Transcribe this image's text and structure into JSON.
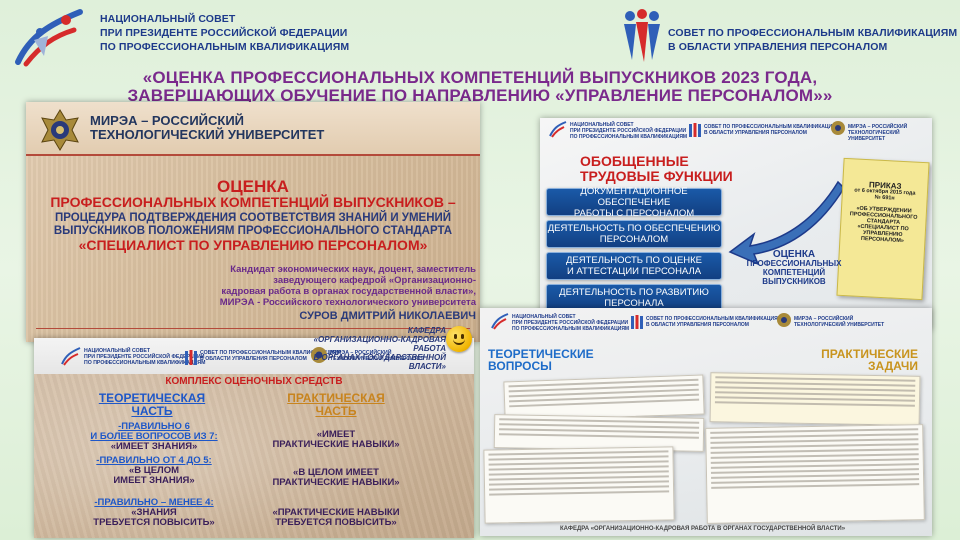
{
  "header": {
    "left_org": [
      "НАЦИОНАЛЬНЫЙ СОВЕТ",
      "ПРИ ПРЕЗИДЕНТЕ РОССИЙСКОЙ ФЕДЕРАЦИИ",
      "ПО ПРОФЕССИОНАЛЬНЫМ КВАЛИФИКАЦИЯМ"
    ],
    "right_org": [
      "СОВЕТ ПО ПРОФЕССИОНАЛЬНЫМ КВАЛИФИКАЦИЯМ",
      "В ОБЛАСТИ УПРАВЛЕНИЯ ПЕРСОНАЛОМ"
    ],
    "title_lines": [
      "«ОЦЕНКА ПРОФЕССИОНАЛЬНЫХ КОМПЕТЕНЦИЙ ВЫПУСКНИКОВ 2023 ГОДА,",
      "ЗАВЕРШАЮЩИХ ОБУЧЕНИЕ ПО НАПРАВЛЕНИЮ «УПРАВЛЕНИЕ ПЕРСОНАЛОМ»»"
    ]
  },
  "slide_a": {
    "university": [
      "МИРЭА – РОССИЙСКИЙ",
      "ТЕХНОЛОГИЧЕСКИЙ УНИВЕРСИТЕТ"
    ],
    "title1": "ОЦЕНКА",
    "title2": "ПРОФЕССИОНАЛЬНЫХ КОМПЕТЕНЦИЙ ВЫПУСКНИКОВ –",
    "desc": [
      "ПРОЦЕДУРА ПОДТВЕРЖДЕНИЯ СООТВЕТСТВИЯ ЗНАНИЙ И УМЕНИЙ",
      "ВЫПУСКНИКОВ ПОЛОЖЕНИЯМ ПРОФЕССИОНАЛЬНОГО СТАНДАРТА"
    ],
    "standard": "«СПЕЦИАЛИСТ ПО УПРАВЛЕНИЮ ПЕРСОНАЛОМ»",
    "author": [
      "Кандидат экономических наук, доцент, заместитель",
      "заведующего кафедрой «Организационно-",
      "кадровая работа в органах государственной власти»,",
      "МИРЭА - Российского технологического университета"
    ],
    "name": "СУРОВ ДМИТРИЙ НИКОЛАЕВИЧ",
    "kafedra": [
      "КАФЕДРА",
      "«ОРГАНИЗАЦИОННО-КАДРОВАЯ РАБОТА",
      "В ОРГАНАХ ГОСУДАРСТВЕННОЙ ВЛАСТИ»"
    ]
  },
  "slide_b": {
    "hdr_left": [
      "НАЦИОНАЛЬНЫЙ СОВЕТ",
      "ПРИ ПРЕЗИДЕНТЕ РОССИЙСКОЙ ФЕДЕРАЦИИ",
      "ПО ПРОФЕССИОНАЛЬНЫМ КВАЛИФИКАЦИЯМ"
    ],
    "hdr_mid": [
      "СОВЕТ ПО ПРОФЕССИОНАЛЬНЫМ КВАЛИФИКАЦИЯМ",
      "В ОБЛАСТИ УПРАВЛЕНИЯ ПЕРСОНАЛОМ"
    ],
    "hdr_right": [
      "МИРЭА – РОССИЙСКИЙ",
      "ТЕХНОЛОГИЧЕСКИЙ УНИВЕРСИТЕТ"
    ],
    "title": [
      "ОБОБЩЕННЫЕ",
      "ТРУДОВЫЕ ФУНКЦИИ"
    ],
    "functions": [
      [
        "ДОКУМЕНТАЦИОННОЕ ОБЕСПЕЧЕНИЕ",
        "РАБОТЫ С ПЕРСОНАЛОМ"
      ],
      [
        "ДЕЯТЕЛЬНОСТЬ ПО ОБЕСПЕЧЕНИЮ",
        "ПЕРСОНАЛОМ"
      ],
      [
        "ДЕЯТЕЛЬНОСТЬ ПО ОЦЕНКЕ",
        "И АТТЕСТАЦИИ ПЕРСОНАЛА"
      ],
      [
        "ДЕЯТЕЛЬНОСТЬ ПО РАЗВИТИЮ",
        "ПЕРСОНАЛА"
      ]
    ],
    "doc": [
      "ПРИКАЗ",
      "от 6 октября 2015 года",
      "№ 691н",
      "«ОБ УТВЕРЖДЕНИИ",
      "ПРОФЕССИОНАЛЬНОГО",
      "СТАНДАРТА",
      "«СПЕЦИАЛИСТ ПО УПРАВЛЕНИЮ",
      "ПЕРСОНАЛОМ»"
    ],
    "ocenka": [
      "ОЦЕНКА",
      "ПРОФЕССИОНАЛЬНЫХ",
      "КОМПЕТЕНЦИЙ",
      "ВЫПУСКНИКОВ"
    ]
  },
  "slide_c": {
    "hdr_left": [
      "НАЦИОНАЛЬНЫЙ СОВЕТ",
      "ПРИ ПРЕЗИДЕНТЕ РОССИЙСКОЙ ФЕДЕРАЦИИ",
      "ПО ПРОФЕССИОНАЛЬНЫМ КВАЛИФИКАЦИЯМ"
    ],
    "hdr_mid": [
      "СОВЕТ ПО ПРОФЕССИОНАЛЬНЫМ КВАЛИФИКАЦИЯМ",
      "В ОБЛАСТИ УПРАВЛЕНИЯ ПЕРСОНАЛОМ"
    ],
    "hdr_right": [
      "МИРЭА – РОССИЙСКИЙ",
      "ТЕХНОЛОГИЧЕСКИЙ УНИВЕРСИТЕТ"
    ],
    "kos": "КОМПЛЕКС ОЦЕНОЧНЫХ СРЕДСТВ",
    "theory_head": [
      "ТЕОРЕТИЧЕСКАЯ",
      "ЧАСТЬ"
    ],
    "practice_head": [
      "ПРАКТИЧЕСКАЯ",
      "ЧАСТЬ"
    ],
    "theory_rules": [
      {
        "rule": [
          "-ПРАВИЛЬНО 6",
          "И БОЛЕЕ ВОПРОСОВ ИЗ 7:"
        ],
        "result": [
          "«ИМЕЕТ ЗНАНИЯ»"
        ]
      },
      {
        "rule": [
          "-ПРАВИЛЬНО ОТ 4 ДО 5:"
        ],
        "result": [
          "«В ЦЕЛОМ",
          "ИМЕЕТ ЗНАНИЯ»"
        ]
      },
      {
        "rule": [
          "-ПРАВИЛЬНО – МЕНЕЕ 4:"
        ],
        "result": [
          "«ЗНАНИЯ",
          "ТРЕБУЕТСЯ ПОВЫСИТЬ»"
        ]
      }
    ],
    "practice_results": [
      [
        "«ИМЕЕТ",
        "ПРАКТИЧЕСКИЕ НАВЫКИ»"
      ],
      [
        "«В ЦЕЛОМ ИМЕЕТ",
        "ПРАКТИЧЕСКИЕ НАВЫКИ»"
      ],
      [
        "«ПРАКТИЧЕСКИЕ НАВЫКИ",
        "ТРЕБУЕТСЯ ПОВЫСИТЬ»"
      ]
    ]
  },
  "slide_d": {
    "hdr_left": [
      "НАЦИОНАЛЬНЫЙ СОВЕТ",
      "ПРИ ПРЕЗИДЕНТЕ РОССИЙСКОЙ ФЕДЕРАЦИИ",
      "ПО ПРОФЕССИОНАЛЬНЫМ КВАЛИФИКАЦИЯМ"
    ],
    "hdr_mid": [
      "СОВЕТ ПО ПРОФЕССИОНАЛЬНЫМ КВАЛИФИКАЦИЯМ",
      "В ОБЛАСТИ УПРАВЛЕНИЯ ПЕРСОНАЛОМ"
    ],
    "hdr_right": [
      "МИРЭА – РОССИЙСКИЙ",
      "ТЕХНОЛОГИЧЕСКИЙ УНИВЕРСИТЕТ"
    ],
    "theory": [
      "ТЕОРЕТИЧЕСКИЕ",
      "ВОПРОСЫ"
    ],
    "practice": [
      "ПРАКТИЧЕСКИЕ",
      "ЗАДАЧИ"
    ],
    "footer": "КАФЕДРА «ОРГАНИЗАЦИОННО-КАДРОВАЯ РАБОТА В ОРГАНАХ ГОСУДАРСТВЕННОЙ ВЛАСТИ»"
  },
  "colors": {
    "brand_blue": "#1d3a8a",
    "title_purple": "#7a2a8c",
    "accent_red": "#c81e1e",
    "function_blue": "#1a5aa8",
    "practice_gold": "#c8941e"
  },
  "icons": [
    "council-logo-icon",
    "hr-council-logo-icon",
    "university-emblem-icon",
    "smiley-icon",
    "arrow-icon"
  ]
}
